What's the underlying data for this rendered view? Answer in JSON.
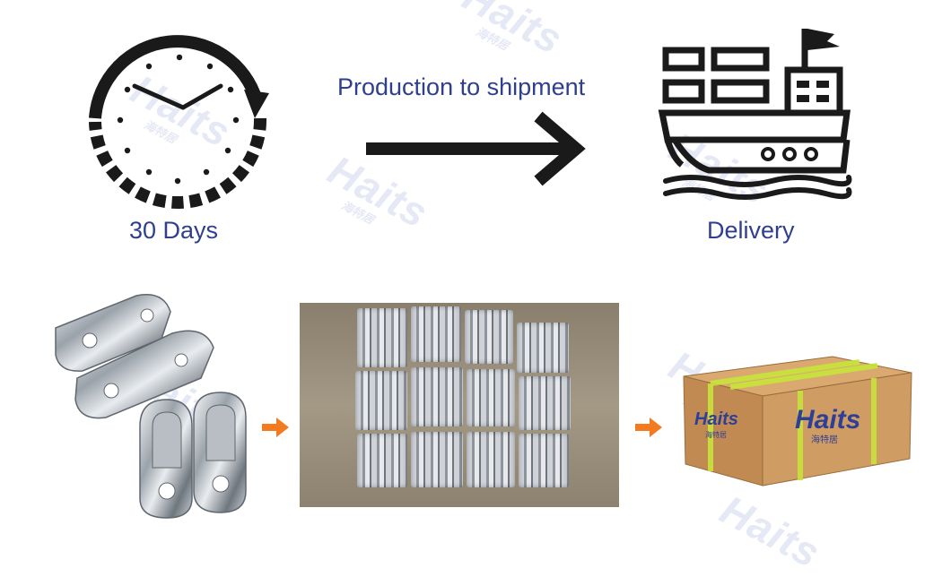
{
  "labels": {
    "days": "30 Days",
    "production": "Production to shipment",
    "delivery": "Delivery"
  },
  "watermark": {
    "brand": "Haits",
    "sub": "海特居"
  },
  "box_brand": {
    "brand": "Haits",
    "sub": "海特居"
  },
  "colors": {
    "label": "#2f3f8f",
    "arrow_orange": "#f47a20",
    "icon": "#1a1a1a",
    "box": "#c9955f",
    "strap": "#c8e43a"
  },
  "icons": [
    "clock-icon",
    "arrow-right-icon",
    "ship-icon",
    "orange-arrow-icon"
  ]
}
